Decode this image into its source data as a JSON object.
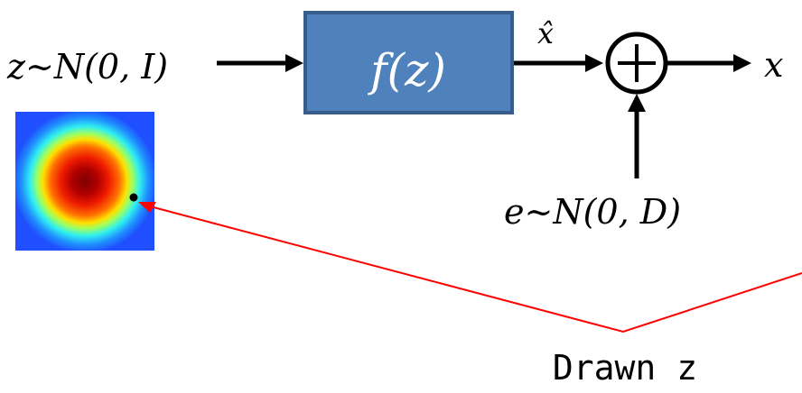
{
  "diagram": {
    "input_label": "z∼N(0, I)",
    "function_label": "f(z)",
    "xhat_label": "x̂",
    "sum_symbol": "+",
    "output_label": "x",
    "noise_label": "e∼N(0, D)",
    "caption": "Drawn z"
  },
  "colors": {
    "box_fill": "#4f81bd",
    "box_stroke": "#385d8a",
    "pointer_line": "#ff0000",
    "arrow": "#000000"
  },
  "icons": {
    "heatmap": "gaussian-density-heatmap",
    "sum": "summation-circle-icon"
  }
}
